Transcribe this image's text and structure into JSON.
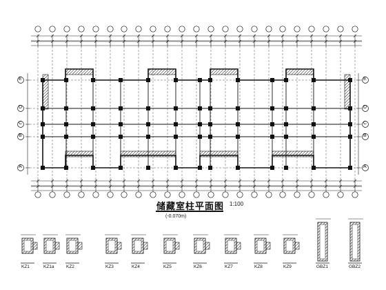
{
  "title": "储藏室柱平面图",
  "scale": "1:100",
  "elevation_note": "(-0.070m)",
  "axis_letters": [
    "A",
    "B",
    "C",
    "D",
    "E"
  ],
  "column_tags": [
    "KZ1",
    "KZ1a",
    "KZ2",
    "KZ3",
    "KZ4",
    "KZ5",
    "KZ6",
    "KZ7",
    "KZ8",
    "KZ9",
    "GBZ1",
    "GBZ2"
  ]
}
